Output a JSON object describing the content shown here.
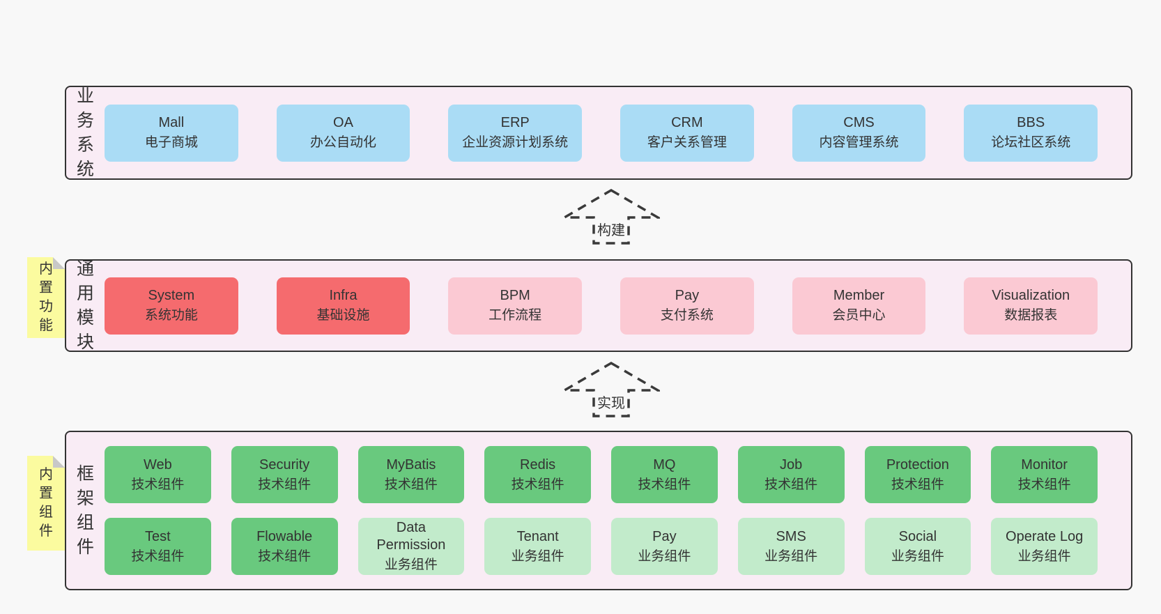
{
  "colors": {
    "page_bg": "#f8f8f8",
    "panel_bg": "#f9ecf5",
    "panel_border": "#333333",
    "blue": "#aadcf5",
    "red": "#f56b6e",
    "pink": "#fbc9d3",
    "green": "#69c97e",
    "light_green": "#c2ebcb",
    "sticky_yellow": "#fbfb9f",
    "text": "#333333"
  },
  "arrows": [
    {
      "label": "构建"
    },
    {
      "label": "实现"
    }
  ],
  "sections": [
    {
      "label": "业务系统",
      "rows": [
        [
          {
            "title": "Mall",
            "subtitle": "电子商城",
            "color": "blue"
          },
          {
            "title": "OA",
            "subtitle": "办公自动化",
            "color": "blue"
          },
          {
            "title": "ERP",
            "subtitle": "企业资源计划系统",
            "color": "blue"
          },
          {
            "title": "CRM",
            "subtitle": "客户关系管理",
            "color": "blue"
          },
          {
            "title": "CMS",
            "subtitle": "内容管理系统",
            "color": "blue"
          },
          {
            "title": "BBS",
            "subtitle": "论坛社区系统",
            "color": "blue"
          }
        ]
      ]
    },
    {
      "label": "通用模块",
      "sticky": "内置功能",
      "rows": [
        [
          {
            "title": "System",
            "subtitle": "系统功能",
            "color": "red"
          },
          {
            "title": "Infra",
            "subtitle": "基础设施",
            "color": "red"
          },
          {
            "title": "BPM",
            "subtitle": "工作流程",
            "color": "pink"
          },
          {
            "title": "Pay",
            "subtitle": "支付系统",
            "color": "pink"
          },
          {
            "title": "Member",
            "subtitle": "会员中心",
            "color": "pink"
          },
          {
            "title": "Visualization",
            "subtitle": "数据报表",
            "color": "pink"
          }
        ]
      ]
    },
    {
      "label": "框架组件",
      "sticky": "内置组件",
      "rows": [
        [
          {
            "title": "Web",
            "subtitle": "技术组件",
            "color": "green"
          },
          {
            "title": "Security",
            "subtitle": "技术组件",
            "color": "green"
          },
          {
            "title": "MyBatis",
            "subtitle": "技术组件",
            "color": "green"
          },
          {
            "title": "Redis",
            "subtitle": "技术组件",
            "color": "green"
          },
          {
            "title": "MQ",
            "subtitle": "技术组件",
            "color": "green"
          },
          {
            "title": "Job",
            "subtitle": "技术组件",
            "color": "green"
          },
          {
            "title": "Protection",
            "subtitle": "技术组件",
            "color": "green"
          },
          {
            "title": "Monitor",
            "subtitle": "技术组件",
            "color": "green"
          }
        ],
        [
          {
            "title": "Test",
            "subtitle": "技术组件",
            "color": "green"
          },
          {
            "title": "Flowable",
            "subtitle": "技术组件",
            "color": "green"
          },
          {
            "title": "Data Permission",
            "subtitle": "业务组件",
            "color": "light_green"
          },
          {
            "title": "Tenant",
            "subtitle": "业务组件",
            "color": "light_green"
          },
          {
            "title": "Pay",
            "subtitle": "业务组件",
            "color": "light_green"
          },
          {
            "title": "SMS",
            "subtitle": "业务组件",
            "color": "light_green"
          },
          {
            "title": "Social",
            "subtitle": "业务组件",
            "color": "light_green"
          },
          {
            "title": "Operate Log",
            "subtitle": "业务组件",
            "color": "light_green"
          }
        ]
      ]
    }
  ]
}
